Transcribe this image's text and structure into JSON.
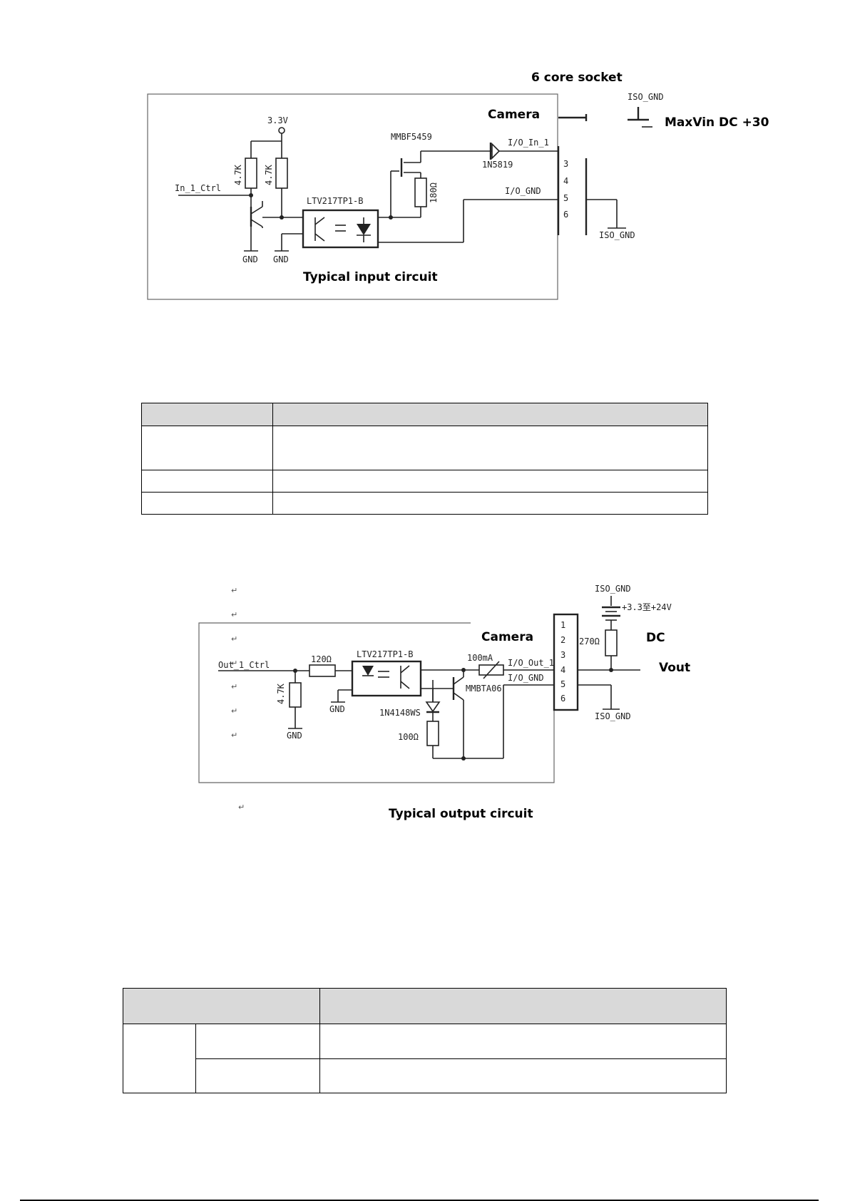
{
  "input_figure": {
    "socket_title": "6 core socket",
    "camera_label": "Camera",
    "maxvin_label": "MaxVin DC +30",
    "iso_gnd_top": "ISO_GND",
    "iso_gnd_bottom": "ISO_GND",
    "v33": "3.3V",
    "r1": "4.7K",
    "r2": "4.7K",
    "in_ctrl": "In_1_Ctrl",
    "opto": "LTV217TP1-B",
    "jfet": "MMBF5459",
    "r180": "180Ω",
    "diode": "1N5819",
    "io_in": "I/O_In_1",
    "io_gnd": "I/O_GND",
    "pins": [
      "3",
      "4",
      "5",
      "6"
    ],
    "gnd1": "GND",
    "gnd2": "GND",
    "caption": "Typical input circuit"
  },
  "output_figure": {
    "camera_label": "Camera",
    "dc_label": "DC",
    "vout_label": "Vout",
    "iso_gnd_top": "ISO_GND",
    "iso_gnd_bottom": "ISO_GND",
    "supply": "+3.3至+24V",
    "r270": "270Ω",
    "out_ctrl": "Out_1_Ctrl",
    "r120": "120Ω",
    "r47": "4.7K",
    "opto": "LTV217TP1-B",
    "fuse": "100mA",
    "io_out": "I/O_Out_1",
    "io_gnd": "I/O_GND",
    "transistor": "MMBTA06",
    "diode": "1N4148WS",
    "r100": "100Ω",
    "gnd1": "GND",
    "gnd2": "GND",
    "pins": [
      "1",
      "2",
      "3",
      "4",
      "5",
      "6"
    ],
    "caption": "Typical output circuit"
  }
}
